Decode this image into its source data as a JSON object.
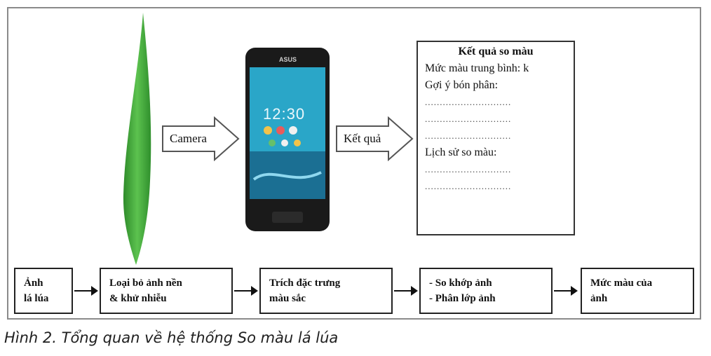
{
  "diagram": {
    "camera_arrow_label": "Camera",
    "result_arrow_label": "Kết quả",
    "phone_brand": "ASUS",
    "phone_time": "12:30",
    "result_panel": {
      "title": "Kết quả so màu",
      "line1": "Mức màu trung bình: k",
      "line2": "Gợi ý bón phân:",
      "dots": ".............................",
      "line3": "Lịch sử so màu:"
    },
    "steps": [
      {
        "line1": "Ảnh",
        "line2": "lá lúa"
      },
      {
        "line1": "Loại bỏ ảnh nền",
        "line2": "& khử nhiễu"
      },
      {
        "line1": "Trích đặc trưng",
        "line2": "màu sắc"
      },
      {
        "line1": "- So khớp ảnh",
        "line2": "- Phân lớp ảnh"
      },
      {
        "line1": "Mức màu của",
        "line2": "ảnh"
      }
    ],
    "colors": {
      "leaf": "#3fa83a",
      "phone_body": "#1a1a1a",
      "screen": "#2aa6c8"
    }
  },
  "caption": "Hình 2. Tổng quan về hệ thống So màu lá lúa"
}
